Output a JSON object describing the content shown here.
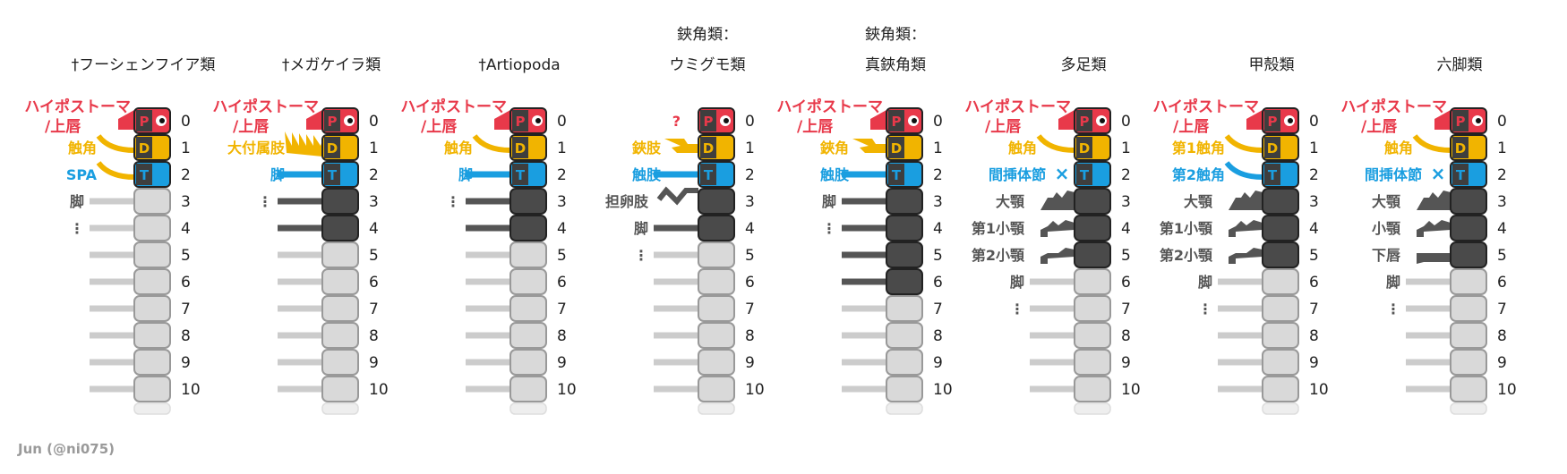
{
  "credit": "Jun (@ni075)",
  "colors": {
    "red": "#e8394a",
    "yellow": "#f1b400",
    "blue": "#1a9ee0",
    "dark": "#555555",
    "light": "#cccccc",
    "seg_dark": "#4a4a4a",
    "seg_light": "#d9d9d9"
  },
  "columns": [
    {
      "title": [
        "†フーシェンフイア類"
      ],
      "labels": [
        {
          "text": "ハイポストーマ",
          "row": 0,
          "color": "red",
          "line2": "/上唇"
        },
        {
          "text": "触角",
          "row": 1,
          "color": "yellow"
        },
        {
          "text": "SPA",
          "row": 2,
          "color": "blue"
        },
        {
          "text": "脚",
          "row": 3,
          "color": "dark"
        },
        {
          "text": "⋮",
          "row": 4,
          "color": "dark"
        }
      ],
      "appendages": [
        "hyp",
        "curve",
        "curve",
        "leg_l",
        "leg_l",
        "leg_l",
        "leg_l",
        "leg_l",
        "leg_l",
        "leg_l",
        "leg_l"
      ],
      "segments": [
        "P",
        "D",
        "T",
        "l",
        "l",
        "l",
        "l",
        "l",
        "l",
        "l",
        "l"
      ]
    },
    {
      "title": [
        "†メガケイラ類"
      ],
      "labels": [
        {
          "text": "ハイポストーマ",
          "row": 0,
          "color": "red",
          "line2": "/上唇"
        },
        {
          "text": "大付属肢",
          "row": 1,
          "color": "yellow"
        },
        {
          "text": "脚",
          "row": 2,
          "color": "blue"
        },
        {
          "text": "⋮",
          "row": 3,
          "color": "dark"
        }
      ],
      "appendages": [
        "hyp",
        "claw",
        "leg_b",
        "leg_d",
        "leg_d",
        "leg_l",
        "leg_l",
        "leg_l",
        "leg_l",
        "leg_l",
        "leg_l"
      ],
      "segments": [
        "P",
        "D",
        "T",
        "d",
        "d",
        "l",
        "l",
        "l",
        "l",
        "l",
        "l"
      ]
    },
    {
      "title": [
        "†Artiopoda"
      ],
      "labels": [
        {
          "text": "ハイポストーマ",
          "row": 0,
          "color": "red",
          "line2": "/上唇"
        },
        {
          "text": "触角",
          "row": 1,
          "color": "yellow"
        },
        {
          "text": "脚",
          "row": 2,
          "color": "blue"
        },
        {
          "text": "⋮",
          "row": 3,
          "color": "dark"
        }
      ],
      "appendages": [
        "hyp",
        "curve",
        "leg_b",
        "leg_d",
        "leg_d",
        "leg_l",
        "leg_l",
        "leg_l",
        "leg_l",
        "leg_l",
        "leg_l"
      ],
      "segments": [
        "P",
        "D",
        "T",
        "d",
        "d",
        "l",
        "l",
        "l",
        "l",
        "l",
        "l"
      ]
    },
    {
      "title": [
        "鋏角類：",
        "ウミグモ類"
      ],
      "labels": [
        {
          "text": "?",
          "row": 0,
          "color": "red"
        },
        {
          "text": "鋏肢",
          "row": 1,
          "color": "yellow"
        },
        {
          "text": "触肢",
          "row": 2,
          "color": "blue"
        },
        {
          "text": "担卵肢",
          "row": 3,
          "color": "dark"
        },
        {
          "text": "脚",
          "row": 4,
          "color": "dark"
        },
        {
          "text": "⋮",
          "row": 5,
          "color": "dark"
        }
      ],
      "appendages": [
        "none",
        "chel",
        "leg_b",
        "zig",
        "leg_d",
        "leg_l",
        "leg_l",
        "leg_l",
        "leg_l",
        "leg_l",
        "leg_l"
      ],
      "segments": [
        "P",
        "D",
        "T",
        "d",
        "d",
        "l",
        "l",
        "l",
        "l",
        "l",
        "l"
      ]
    },
    {
      "title": [
        "鋏角類：",
        "真鋏角類"
      ],
      "labels": [
        {
          "text": "ハイポストーマ",
          "row": 0,
          "color": "red",
          "line2": "/上唇"
        },
        {
          "text": "鋏角",
          "row": 1,
          "color": "yellow"
        },
        {
          "text": "触肢",
          "row": 2,
          "color": "blue"
        },
        {
          "text": "脚",
          "row": 3,
          "color": "dark"
        },
        {
          "text": "⋮",
          "row": 4,
          "color": "dark"
        }
      ],
      "appendages": [
        "hyp",
        "chel",
        "leg_b",
        "leg_d",
        "leg_d",
        "leg_d",
        "leg_d",
        "leg_l",
        "leg_l",
        "leg_l",
        "leg_l"
      ],
      "segments": [
        "P",
        "D",
        "T",
        "d",
        "d",
        "d",
        "d",
        "l",
        "l",
        "l",
        "l"
      ]
    },
    {
      "title": [
        "多足類"
      ],
      "labels": [
        {
          "text": "ハイポストーマ",
          "row": 0,
          "color": "red",
          "line2": "/上唇"
        },
        {
          "text": "触角",
          "row": 1,
          "color": "yellow"
        },
        {
          "text": "間挿体節",
          "row": 2,
          "color": "blue"
        },
        {
          "text": "大顎",
          "row": 3,
          "color": "dark"
        },
        {
          "text": "第1小顎",
          "row": 4,
          "color": "dark"
        },
        {
          "text": "第2小顎",
          "row": 5,
          "color": "dark"
        },
        {
          "text": "脚",
          "row": 6,
          "color": "dark"
        },
        {
          "text": "⋮",
          "row": 7,
          "color": "dark"
        }
      ],
      "appendages": [
        "hyp",
        "curve",
        "x",
        "mand",
        "maxa",
        "maxb",
        "leg_l",
        "leg_l",
        "leg_l",
        "leg_l",
        "leg_l"
      ],
      "segments": [
        "P",
        "D",
        "T",
        "d",
        "d",
        "d",
        "l",
        "l",
        "l",
        "l",
        "l"
      ]
    },
    {
      "title": [
        "甲殻類"
      ],
      "labels": [
        {
          "text": "ハイポストーマ",
          "row": 0,
          "color": "red",
          "line2": "/上唇"
        },
        {
          "text": "第1触角",
          "row": 1,
          "color": "yellow"
        },
        {
          "text": "第2触角",
          "row": 2,
          "color": "blue"
        },
        {
          "text": "大顎",
          "row": 3,
          "color": "dark"
        },
        {
          "text": "第1小顎",
          "row": 4,
          "color": "dark"
        },
        {
          "text": "第2小顎",
          "row": 5,
          "color": "dark"
        },
        {
          "text": "脚",
          "row": 6,
          "color": "dark"
        },
        {
          "text": "⋮",
          "row": 7,
          "color": "dark"
        }
      ],
      "appendages": [
        "hyp",
        "curve",
        "curve2",
        "mand",
        "maxa",
        "maxb",
        "leg_l",
        "leg_l",
        "leg_l",
        "leg_l",
        "leg_l"
      ],
      "segments": [
        "P",
        "D",
        "T",
        "d",
        "d",
        "d",
        "l",
        "l",
        "l",
        "l",
        "l"
      ]
    },
    {
      "title": [
        "六脚類"
      ],
      "labels": [
        {
          "text": "ハイポストーマ",
          "row": 0,
          "color": "red",
          "line2": "/上唇"
        },
        {
          "text": "触角",
          "row": 1,
          "color": "yellow"
        },
        {
          "text": "間挿体節",
          "row": 2,
          "color": "blue"
        },
        {
          "text": "大顎",
          "row": 3,
          "color": "dark"
        },
        {
          "text": "小顎",
          "row": 4,
          "color": "dark"
        },
        {
          "text": "下唇",
          "row": 5,
          "color": "dark"
        },
        {
          "text": "脚",
          "row": 6,
          "color": "dark"
        },
        {
          "text": "⋮",
          "row": 7,
          "color": "dark"
        }
      ],
      "appendages": [
        "hyp",
        "curve",
        "x",
        "mand",
        "maxa",
        "lab",
        "leg_l",
        "leg_l",
        "leg_l",
        "leg_l",
        "leg_l"
      ],
      "segments": [
        "P",
        "D",
        "T",
        "d",
        "d",
        "d",
        "l",
        "l",
        "l",
        "l",
        "l"
      ]
    }
  ],
  "segment_numbers": [
    "0",
    "1",
    "2",
    "3",
    "4",
    "5",
    "6",
    "7",
    "8",
    "9",
    "10"
  ],
  "segment_letters": {
    "P": "P",
    "D": "D",
    "T": "T"
  }
}
